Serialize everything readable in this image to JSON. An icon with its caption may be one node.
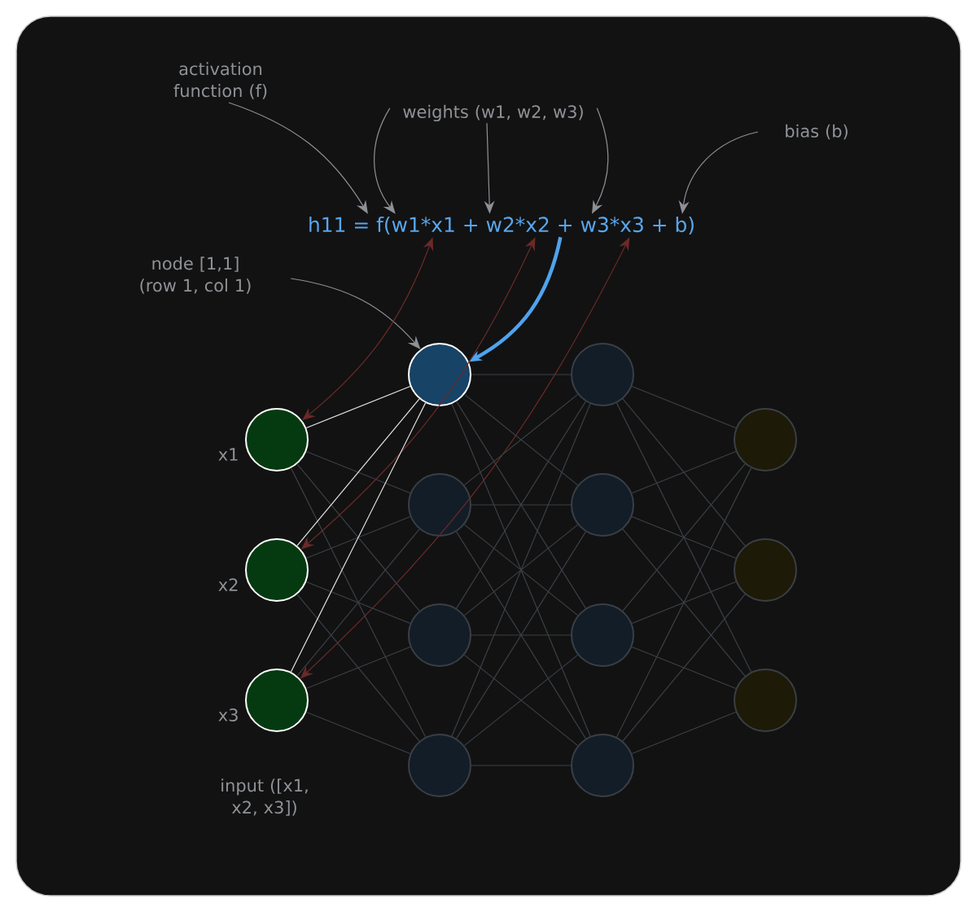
{
  "diagram": {
    "nodes": [
      {
        "text": [
          "activation function (f)"
        ]
      },
      {
        "text": [
          "weights (w1, w2, w3)"
        ]
      },
      {
        "text": [
          "bias (b)"
        ]
      },
      {
        "text": [
          "h11 = f(w1*x1 + w2*x2 + w3*x3 + b)"
        ]
      },
      {
        "text": [
          "node [1,1] (row 1, col 1)"
        ]
      },
      {
        "text": [],
        "shape": "circle",
        "beside": [
          "x1"
        ]
      },
      {
        "text": [],
        "shape": "circle",
        "beside": [
          "x2"
        ]
      },
      {
        "text": [],
        "shape": "circle",
        "beside": [
          "x3"
        ]
      },
      {
        "text": [],
        "shape": "circle"
      },
      {
        "text": [],
        "shape": "circle"
      },
      {
        "text": [],
        "shape": "circle"
      },
      {
        "text": [],
        "shape": "circle"
      },
      {
        "text": [],
        "shape": "circle"
      },
      {
        "text": [],
        "shape": "circle"
      },
      {
        "text": [],
        "shape": "circle"
      },
      {
        "text": [],
        "shape": "circle"
      },
      {
        "text": [],
        "shape": "circle"
      },
      {
        "text": [],
        "shape": "circle"
      },
      {
        "text": [],
        "shape": "circle"
      }
    ],
    "edges": [
      {
        "from": 0,
        "to": 3,
        "arrow": "to",
        "color": "#8e9196"
      },
      {
        "from": 1,
        "to": 3,
        "arrow": "to",
        "color": "#8e9196"
      },
      {
        "from": 1,
        "to": 3,
        "arrow": "to",
        "color": "#8e9196"
      },
      {
        "from": 1,
        "to": 3,
        "arrow": "to",
        "color": "#8e9196"
      },
      {
        "from": 2,
        "to": 3,
        "arrow": "to",
        "color": "#8e9196"
      },
      {
        "from": 4,
        "to": 8,
        "arrow": "to",
        "color": "#8e9196"
      },
      {
        "from": 3,
        "to": 8,
        "arrow": "to",
        "style": "thick",
        "color": "#4fa3ee"
      },
      {
        "from": 3,
        "to": 5,
        "arrow": "both",
        "color": "#6b2a2a"
      },
      {
        "from": 3,
        "to": 6,
        "arrow": "both",
        "color": "#6b2a2a"
      },
      {
        "from": 3,
        "to": 7,
        "arrow": "both",
        "color": "#6b2a2a"
      },
      {
        "from": 5,
        "to": 8,
        "arrow": "none",
        "color": "#e6e6e6"
      },
      {
        "from": 5,
        "to": 9,
        "arrow": "none"
      },
      {
        "from": 5,
        "to": 10,
        "arrow": "none"
      },
      {
        "from": 5,
        "to": 11,
        "arrow": "none"
      },
      {
        "from": 6,
        "to": 8,
        "arrow": "none",
        "color": "#e6e6e6"
      },
      {
        "from": 6,
        "to": 9,
        "arrow": "none"
      },
      {
        "from": 6,
        "to": 10,
        "arrow": "none"
      },
      {
        "from": 6,
        "to": 11,
        "arrow": "none"
      },
      {
        "from": 7,
        "to": 8,
        "arrow": "none",
        "color": "#e6e6e6"
      },
      {
        "from": 7,
        "to": 9,
        "arrow": "none"
      },
      {
        "from": 7,
        "to": 10,
        "arrow": "none"
      },
      {
        "from": 7,
        "to": 11,
        "arrow": "none"
      },
      {
        "from": 8,
        "to": 12,
        "arrow": "none"
      },
      {
        "from": 8,
        "to": 13,
        "arrow": "none"
      },
      {
        "from": 8,
        "to": 14,
        "arrow": "none"
      },
      {
        "from": 8,
        "to": 15,
        "arrow": "none"
      },
      {
        "from": 9,
        "to": 12,
        "arrow": "none"
      },
      {
        "from": 9,
        "to": 13,
        "arrow": "none"
      },
      {
        "from": 9,
        "to": 14,
        "arrow": "none"
      },
      {
        "from": 9,
        "to": 15,
        "arrow": "none"
      },
      {
        "from": 10,
        "to": 12,
        "arrow": "none"
      },
      {
        "from": 10,
        "to": 13,
        "arrow": "none"
      },
      {
        "from": 10,
        "to": 14,
        "arrow": "none"
      },
      {
        "from": 10,
        "to": 15,
        "arrow": "none"
      },
      {
        "from": 11,
        "to": 12,
        "arrow": "none"
      },
      {
        "from": 11,
        "to": 13,
        "arrow": "none"
      },
      {
        "from": 11,
        "to": 14,
        "arrow": "none"
      },
      {
        "from": 11,
        "to": 15,
        "arrow": "none"
      },
      {
        "from": 12,
        "to": 16,
        "arrow": "none"
      },
      {
        "from": 12,
        "to": 17,
        "arrow": "none"
      },
      {
        "from": 12,
        "to": 18,
        "arrow": "none"
      },
      {
        "from": 13,
        "to": 16,
        "arrow": "none"
      },
      {
        "from": 13,
        "to": 17,
        "arrow": "none"
      },
      {
        "from": 13,
        "to": 18,
        "arrow": "none"
      },
      {
        "from": 14,
        "to": 16,
        "arrow": "none"
      },
      {
        "from": 14,
        "to": 17,
        "arrow": "none"
      },
      {
        "from": 14,
        "to": 18,
        "arrow": "none"
      },
      {
        "from": 15,
        "to": 16,
        "arrow": "none"
      },
      {
        "from": 15,
        "to": 17,
        "arrow": "none"
      },
      {
        "from": 15,
        "to": 18,
        "arrow": "none"
      }
    ],
    "labels": [
      "input ([x1, x2, x3])"
    ]
  }
}
